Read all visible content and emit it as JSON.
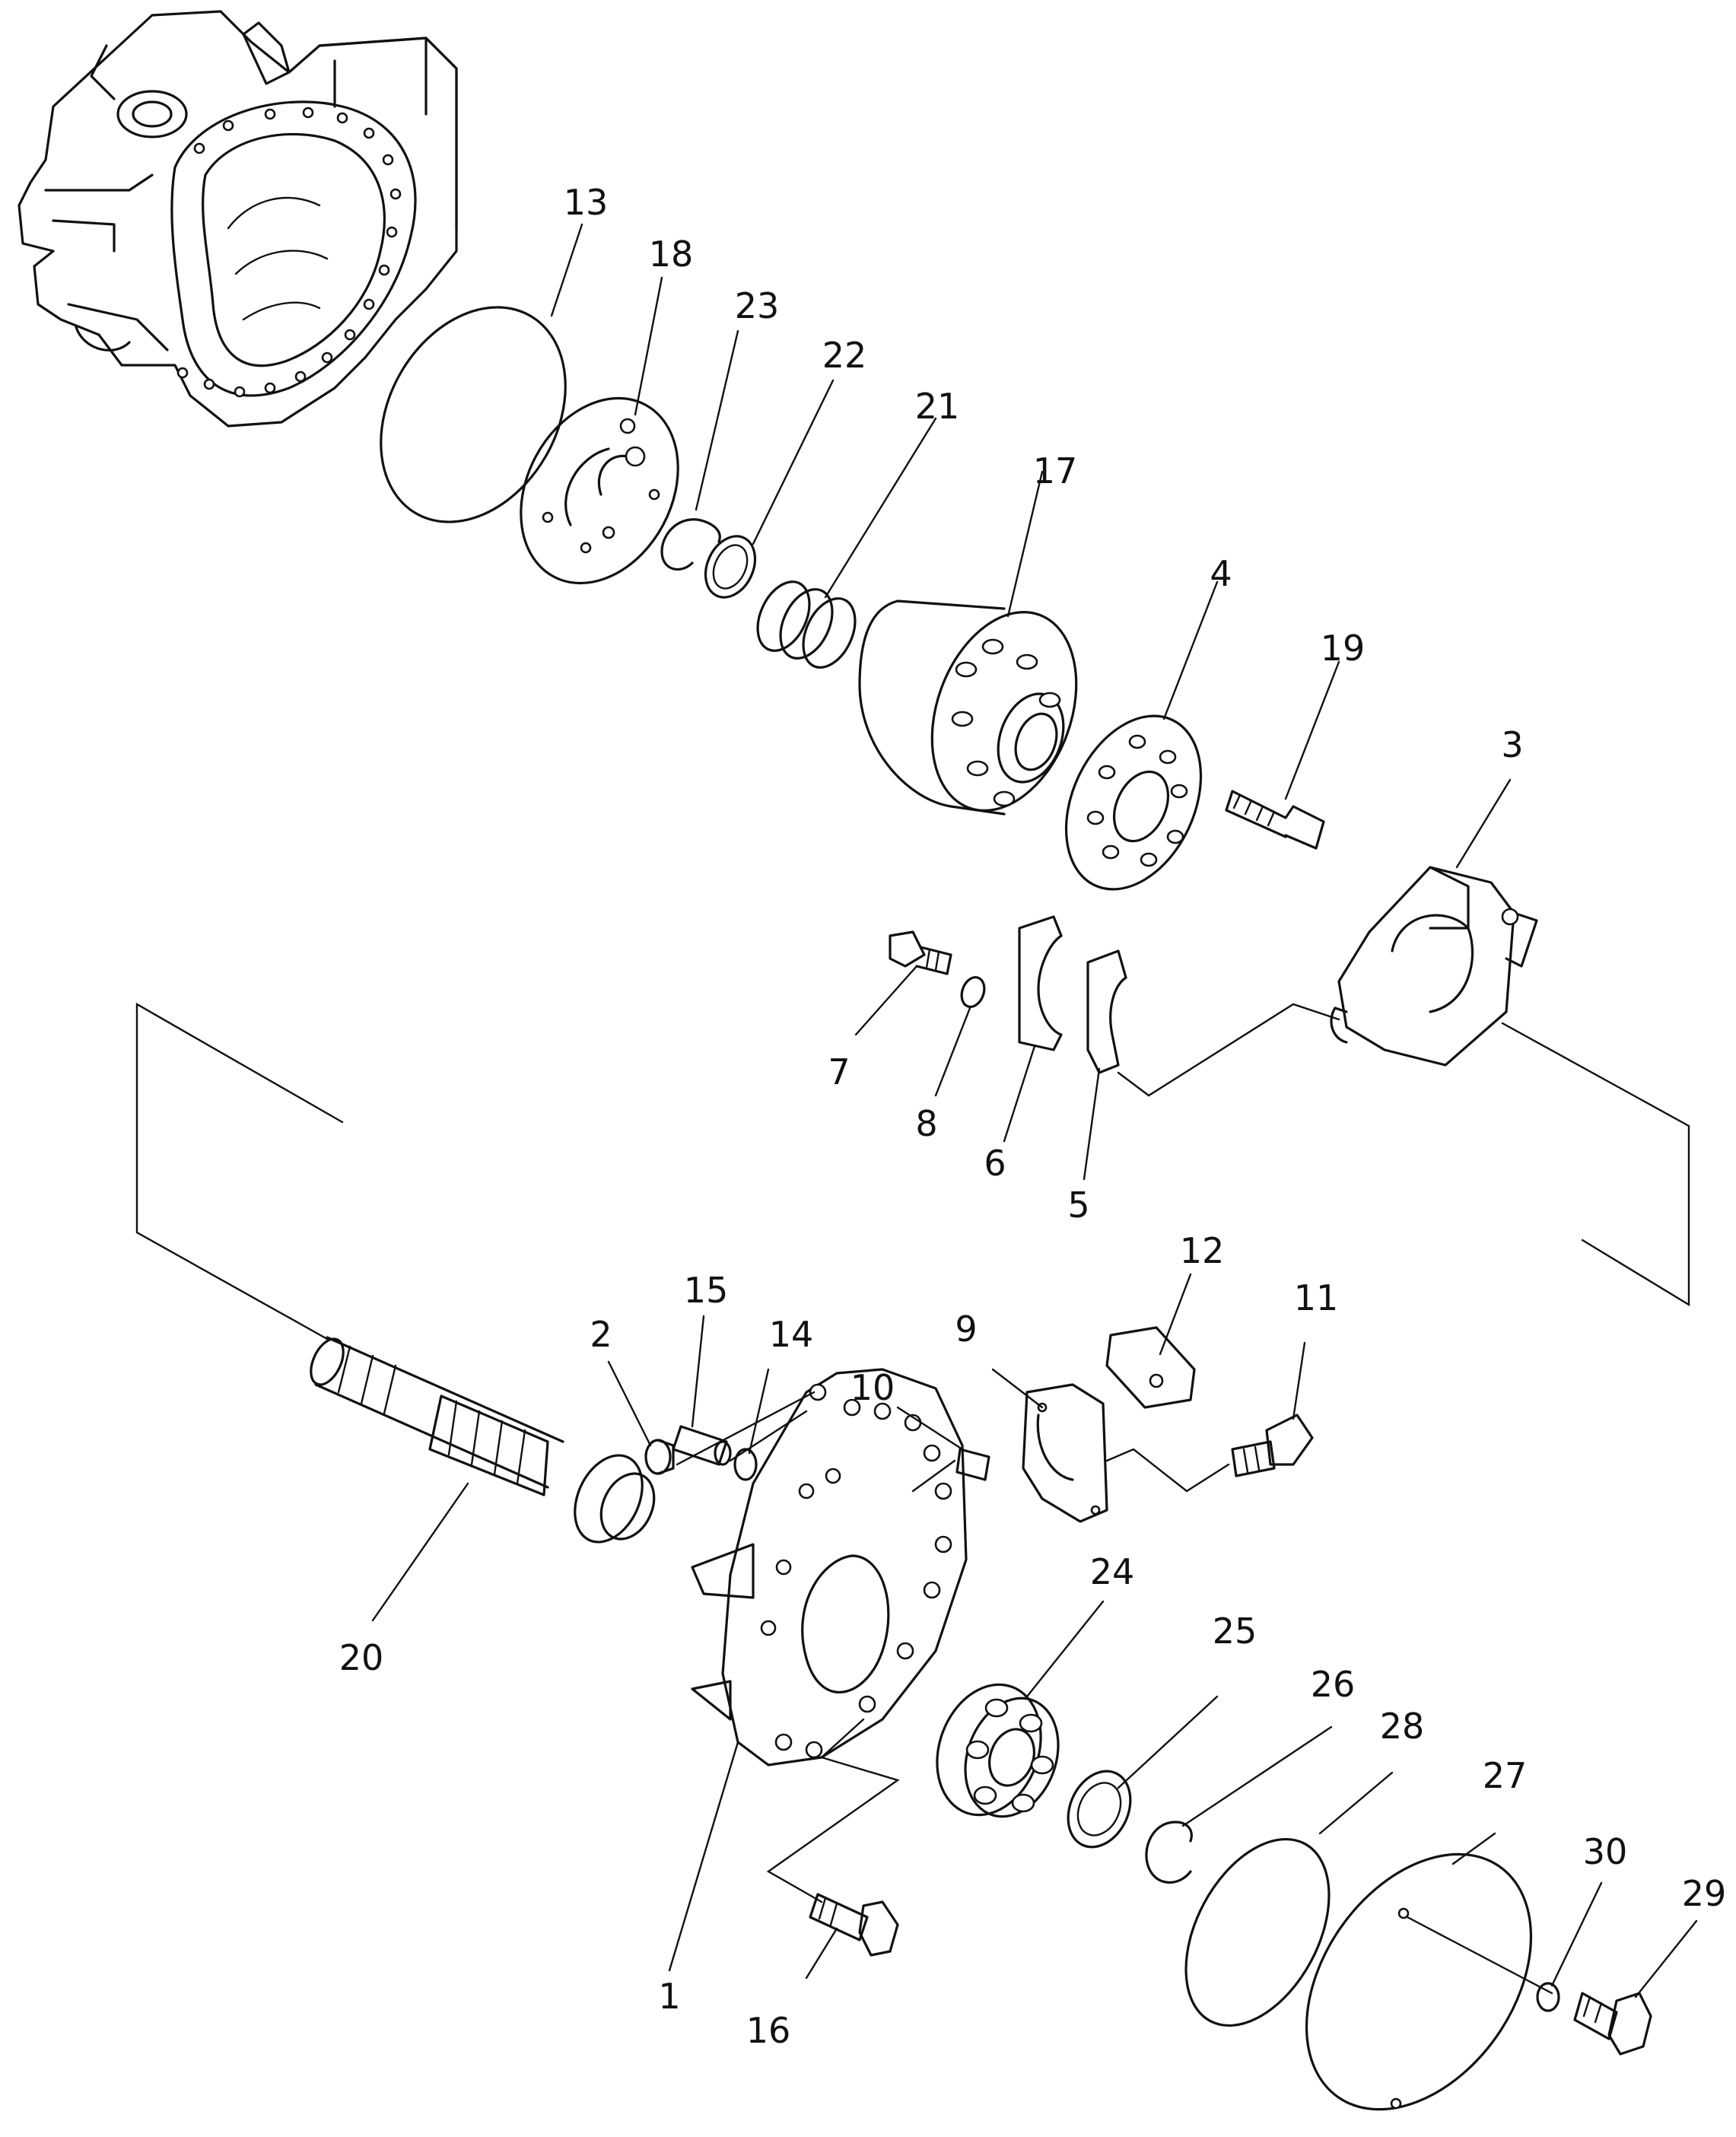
{
  "callouts": [
    {
      "id": "c1",
      "text": "1"
    },
    {
      "id": "c2",
      "text": "2"
    },
    {
      "id": "c3",
      "text": "3"
    },
    {
      "id": "c4",
      "text": "4"
    },
    {
      "id": "c5",
      "text": "5"
    },
    {
      "id": "c6",
      "text": "6"
    },
    {
      "id": "c7",
      "text": "7"
    },
    {
      "id": "c8",
      "text": "8"
    },
    {
      "id": "c9",
      "text": "9"
    },
    {
      "id": "c10",
      "text": "10"
    },
    {
      "id": "c11",
      "text": "11"
    },
    {
      "id": "c12",
      "text": "12"
    },
    {
      "id": "c13",
      "text": "13"
    },
    {
      "id": "c14",
      "text": "14"
    },
    {
      "id": "c15",
      "text": "15"
    },
    {
      "id": "c16",
      "text": "16"
    },
    {
      "id": "c17",
      "text": "17"
    },
    {
      "id": "c18",
      "text": "18"
    },
    {
      "id": "c19",
      "text": "19"
    },
    {
      "id": "c20",
      "text": "20"
    },
    {
      "id": "c21",
      "text": "21"
    },
    {
      "id": "c22",
      "text": "22"
    },
    {
      "id": "c23",
      "text": "23"
    },
    {
      "id": "c24",
      "text": "24"
    },
    {
      "id": "c25",
      "text": "25"
    },
    {
      "id": "c26",
      "text": "26"
    },
    {
      "id": "c27",
      "text": "27"
    },
    {
      "id": "c28",
      "text": "28"
    },
    {
      "id": "c29",
      "text": "29"
    },
    {
      "id": "c30",
      "text": "30"
    }
  ],
  "colors": {
    "line": "#111111",
    "background": "#ffffff"
  }
}
